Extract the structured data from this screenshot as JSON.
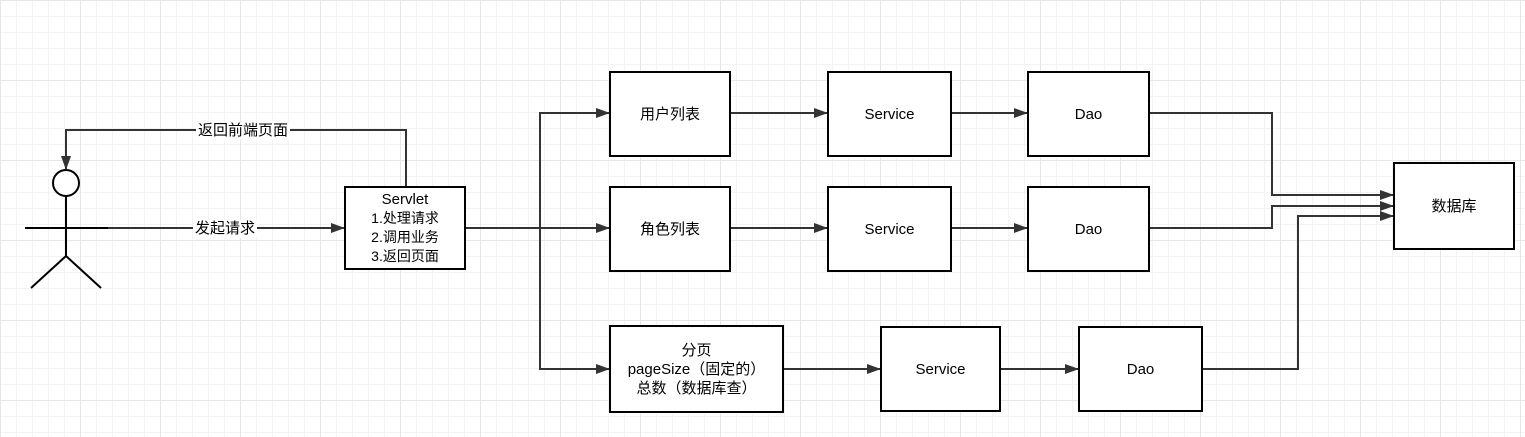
{
  "edge_labels": {
    "return": "返回前端页面",
    "request": "发起请求"
  },
  "servlet": {
    "title": "Servlet",
    "lines": [
      "1.处理请求",
      "2.调用业务",
      "3.返回页面"
    ]
  },
  "rows": [
    {
      "entry": [
        "用户列表"
      ],
      "service": "Service",
      "dao": "Dao"
    },
    {
      "entry": [
        "角色列表"
      ],
      "service": "Service",
      "dao": "Dao"
    },
    {
      "entry": [
        "分页",
        "pageSize（固定的）",
        "总数（数据库查）"
      ],
      "service": "Service",
      "dao": "Dao"
    }
  ],
  "database": "数据库",
  "colors": {
    "stroke": "#000000",
    "line": "#333333"
  }
}
